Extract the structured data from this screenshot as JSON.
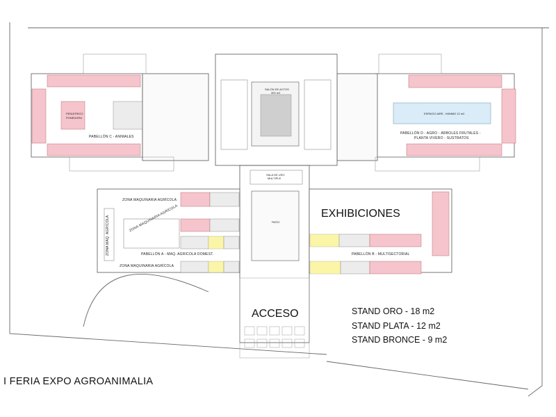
{
  "title": "I FERIA EXPO AGROANIMALIA",
  "labels": {
    "exhibiciones": "EXHIBICIONES",
    "acceso": "ACCESO",
    "pabellon_a": "PABELLÓN A - MAQ. AGRICOLA DOMEST.",
    "pabellon_b": "PABELLÓN B - MULTISECTORIAL",
    "pabellon_c": "PABELLÓN C - ANIMALES",
    "pabellon_d_line1": "PABELLÓN D - AGRO - ÁRBOLES FRUTALES -",
    "pabellon_d_line2": "PLANTA VIVERO - SUSTRATOS",
    "zona_maq_top": "ZONA MAQUINARIA AGRÍCOLA",
    "zona_maq_diag": "ZONA MAQUINARIA AGRÍCOLA",
    "zona_maq_vert": "ZONA MAQ. AGRÍCOLA",
    "zona_maq_bottom": "ZONA MAQUINARIA AGRÍCOLA",
    "pediatrico_l1": "PEDIÁTRICO",
    "pediatrico_l2": "PONEDORA",
    "espacio_aire": "ESPACIO AIRE - MINIMO 12 m2",
    "salon_actos_l1": "SALÓN DE ACTOS",
    "salon_actos_l2": "300 m2",
    "sala_de_uso_l1": "SALA DE USO",
    "sala_de_uso_l2": "MULTIPLE",
    "patio": "PATIO"
  },
  "legend": [
    "STAND ORO - 18 m2",
    "STAND PLATA - 12 m2",
    "STAND BRONCE - 9 m2"
  ],
  "colors": {
    "oro": "#fbf5a8",
    "plata": "#e3e3e3",
    "bronce": "#f6c4cc",
    "line": "#555555"
  }
}
